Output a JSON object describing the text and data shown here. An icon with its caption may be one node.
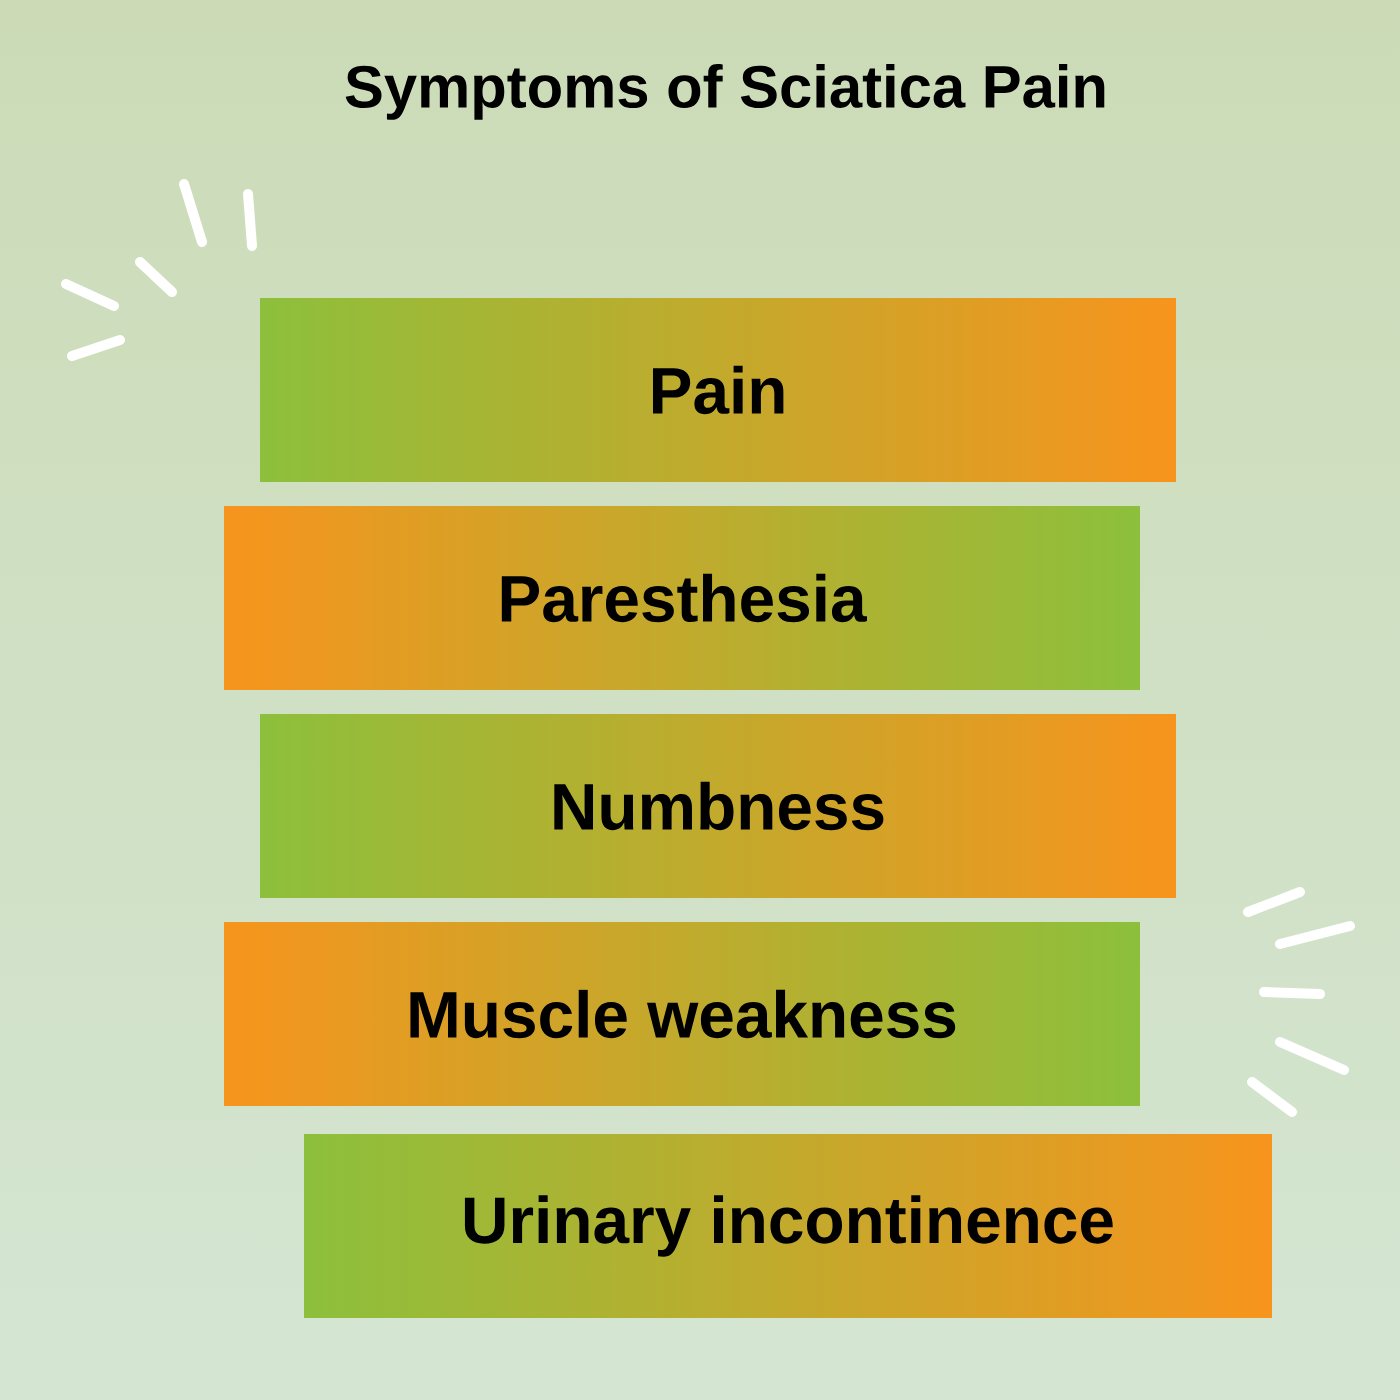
{
  "diagram": {
    "title": "Symptoms of Sciatica Pain",
    "nodes": [
      {
        "text": [
          "Pain"
        ]
      },
      {
        "text": [
          "Paresthesia"
        ]
      },
      {
        "text": [
          "Numbness"
        ]
      },
      {
        "text": [
          "Muscle weakness"
        ]
      },
      {
        "text": [
          "Urinary incontinence"
        ]
      }
    ]
  }
}
